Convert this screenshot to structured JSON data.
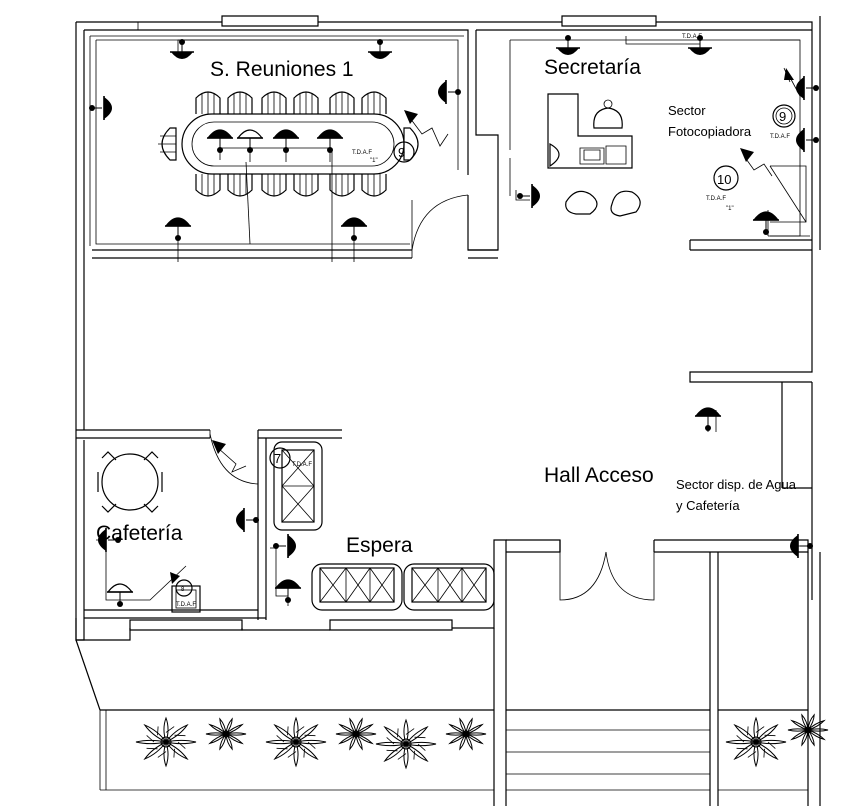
{
  "rooms": {
    "meeting": "S. Reuniones 1",
    "secretary": "Secretaría",
    "copier": [
      "Sector",
      "Fotocopiadora"
    ],
    "hall": "Hall Acceso",
    "water": [
      "Sector disp. de Agua",
      "y Cafetería"
    ],
    "cafeteria": "Cafetería",
    "waiting": "Espera"
  },
  "circuits": {
    "c9": "9",
    "c10": "10",
    "c7": "7",
    "c8": "8",
    "c9b": "9"
  },
  "panels": {
    "tdaf_meeting": [
      "T.D.A.F",
      "\"1\""
    ],
    "tdaf_copier": [
      "T.D.A.F",
      "\"1\""
    ],
    "tdaf_top": "T.D.A.F",
    "tdaf_right": "T.D.A.F",
    "tdaf_cafe": "T.D.A.F",
    "tdaf_wait": "T.D.A.F"
  },
  "icons": [
    "ceiling-light-icon",
    "wall-light-icon",
    "chair-icon",
    "sofa-icon",
    "plant-icon",
    "door-swing-icon",
    "circuit-arrow-icon"
  ]
}
